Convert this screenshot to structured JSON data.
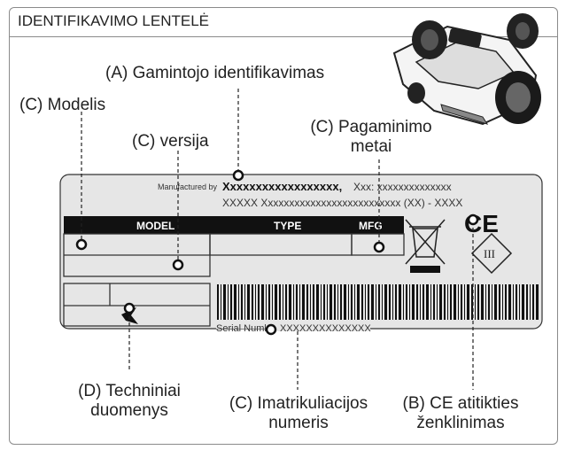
{
  "header": {
    "title": "IDENTIFIKAVIMO LENTELĖ"
  },
  "callouts": {
    "manufacturer": "(A) Gamintojo identifikavimas",
    "model": "(C) Modelis",
    "version": "(C) versija",
    "year_line1": "(C) Pagaminimo",
    "year_line2": "metai",
    "technical_line1": "(D) Techniniai",
    "technical_line2": "duomenys",
    "registration_line1": "(C) Imatrikuliacijos",
    "registration_line2": "numeris",
    "ce_line1": "(B) CE atitikties",
    "ce_line2": "ženklinimas"
  },
  "plate": {
    "manufactured_by": "Manufactured by",
    "manufacturer_name": "Xxxxxxxxxxxxxxxxxx,",
    "manufacturer_addr": "Xxx: xxxxxxxxxxxxxx",
    "address_line2": "XXXXX Xxxxxxxxxxxxxxxxxxxxxxxxxx (XX) - XXXX",
    "col_model": "MODEL",
    "col_type": "TYPE",
    "col_mfg": "MFG",
    "serial_label": "Serial Number",
    "serial_value": "XXXXXXXXXXXXXX",
    "ce_mark": "CE",
    "class_mark": "III"
  },
  "colors": {
    "plate_bg": "#e6e6e6",
    "header_band": "#111111",
    "line": "#333333"
  }
}
